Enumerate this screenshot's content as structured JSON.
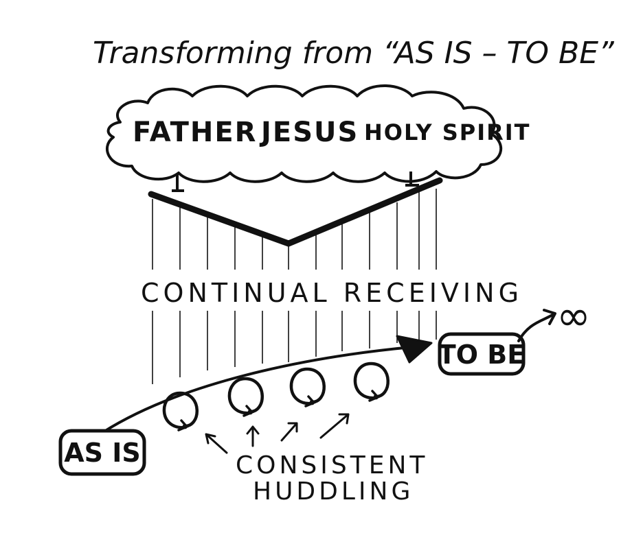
{
  "title": "Transforming from “AS IS – TO BE”",
  "cloud": {
    "labels": [
      "FATHER",
      "JESUS",
      "HOLY SPIRIT"
    ]
  },
  "receiving_label": "CONTINUAL RECEIVING",
  "as_is_label": "AS IS",
  "to_be_label": "TO BE",
  "huddling": {
    "line1": "CONSISTENT",
    "line2": "HUDDLING",
    "loop_count": 4
  },
  "infinity": "∞",
  "colors": {
    "ink": "#111111",
    "paper": "#ffffff"
  }
}
